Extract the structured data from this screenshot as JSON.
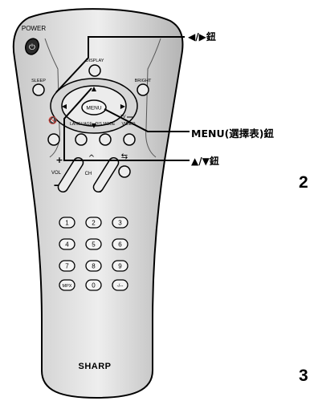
{
  "remote": {
    "buttons": {
      "power": "POWER",
      "display": "DISPLAY",
      "sleep": "SLEEP",
      "bright": "BRIGHT",
      "menu": "MENU",
      "language": "LANGUAGE",
      "dismode": "DIS.MODE",
      "tv": "TV",
      "video": "VIDEO",
      "vol": "VOL",
      "ch": "CH",
      "num1": "1",
      "num2": "2",
      "num3": "3",
      "num4": "4",
      "num5": "5",
      "num6": "6",
      "num7": "7",
      "num8": "8",
      "num9": "9",
      "mpx": "MPX",
      "num0": "0",
      "dash": "-/--"
    },
    "brand": "SHARP"
  },
  "callouts": {
    "left_right": "◀/▶鈕",
    "menu": "MENU(選擇表)鈕",
    "up_down": "▲/▼鈕"
  },
  "steps": {
    "step2": "2",
    "step3": "3"
  }
}
